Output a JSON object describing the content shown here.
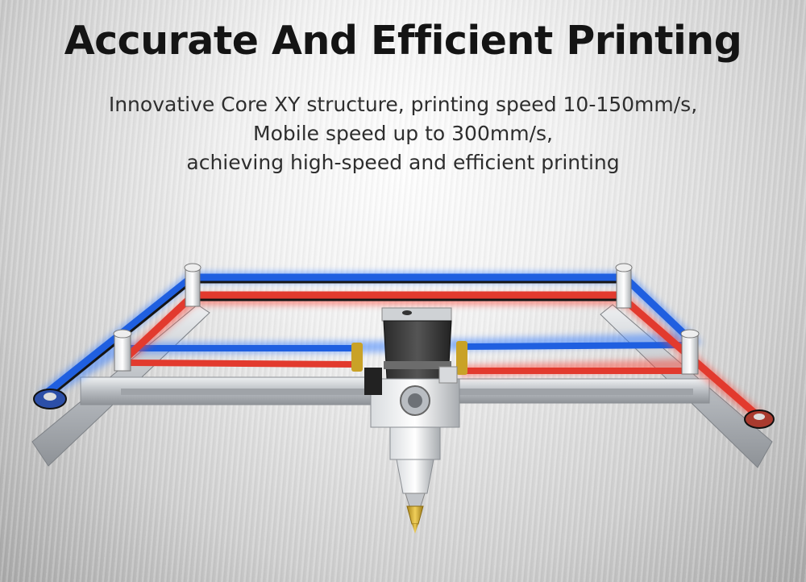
{
  "heading": {
    "title": "Accurate And Efficient Printing",
    "lines": [
      "Innovative Core XY structure, printing speed 10-150mm/s,",
      "Mobile speed up to 300mm/s,",
      "achieving high-speed and efficient printing"
    ]
  },
  "colors": {
    "blue_belt": "#1f5fe0",
    "red_belt": "#e23a2e",
    "rail": "#c8ccd0",
    "motor": "#3b3b3b",
    "nozzle_tip": "#c9a227"
  },
  "illustration": {
    "subject": "core-xy-gantry",
    "parts": [
      "blue-belt",
      "red-belt",
      "stepper-motor",
      "hotend-nozzle",
      "linear-rails",
      "pulleys"
    ]
  }
}
